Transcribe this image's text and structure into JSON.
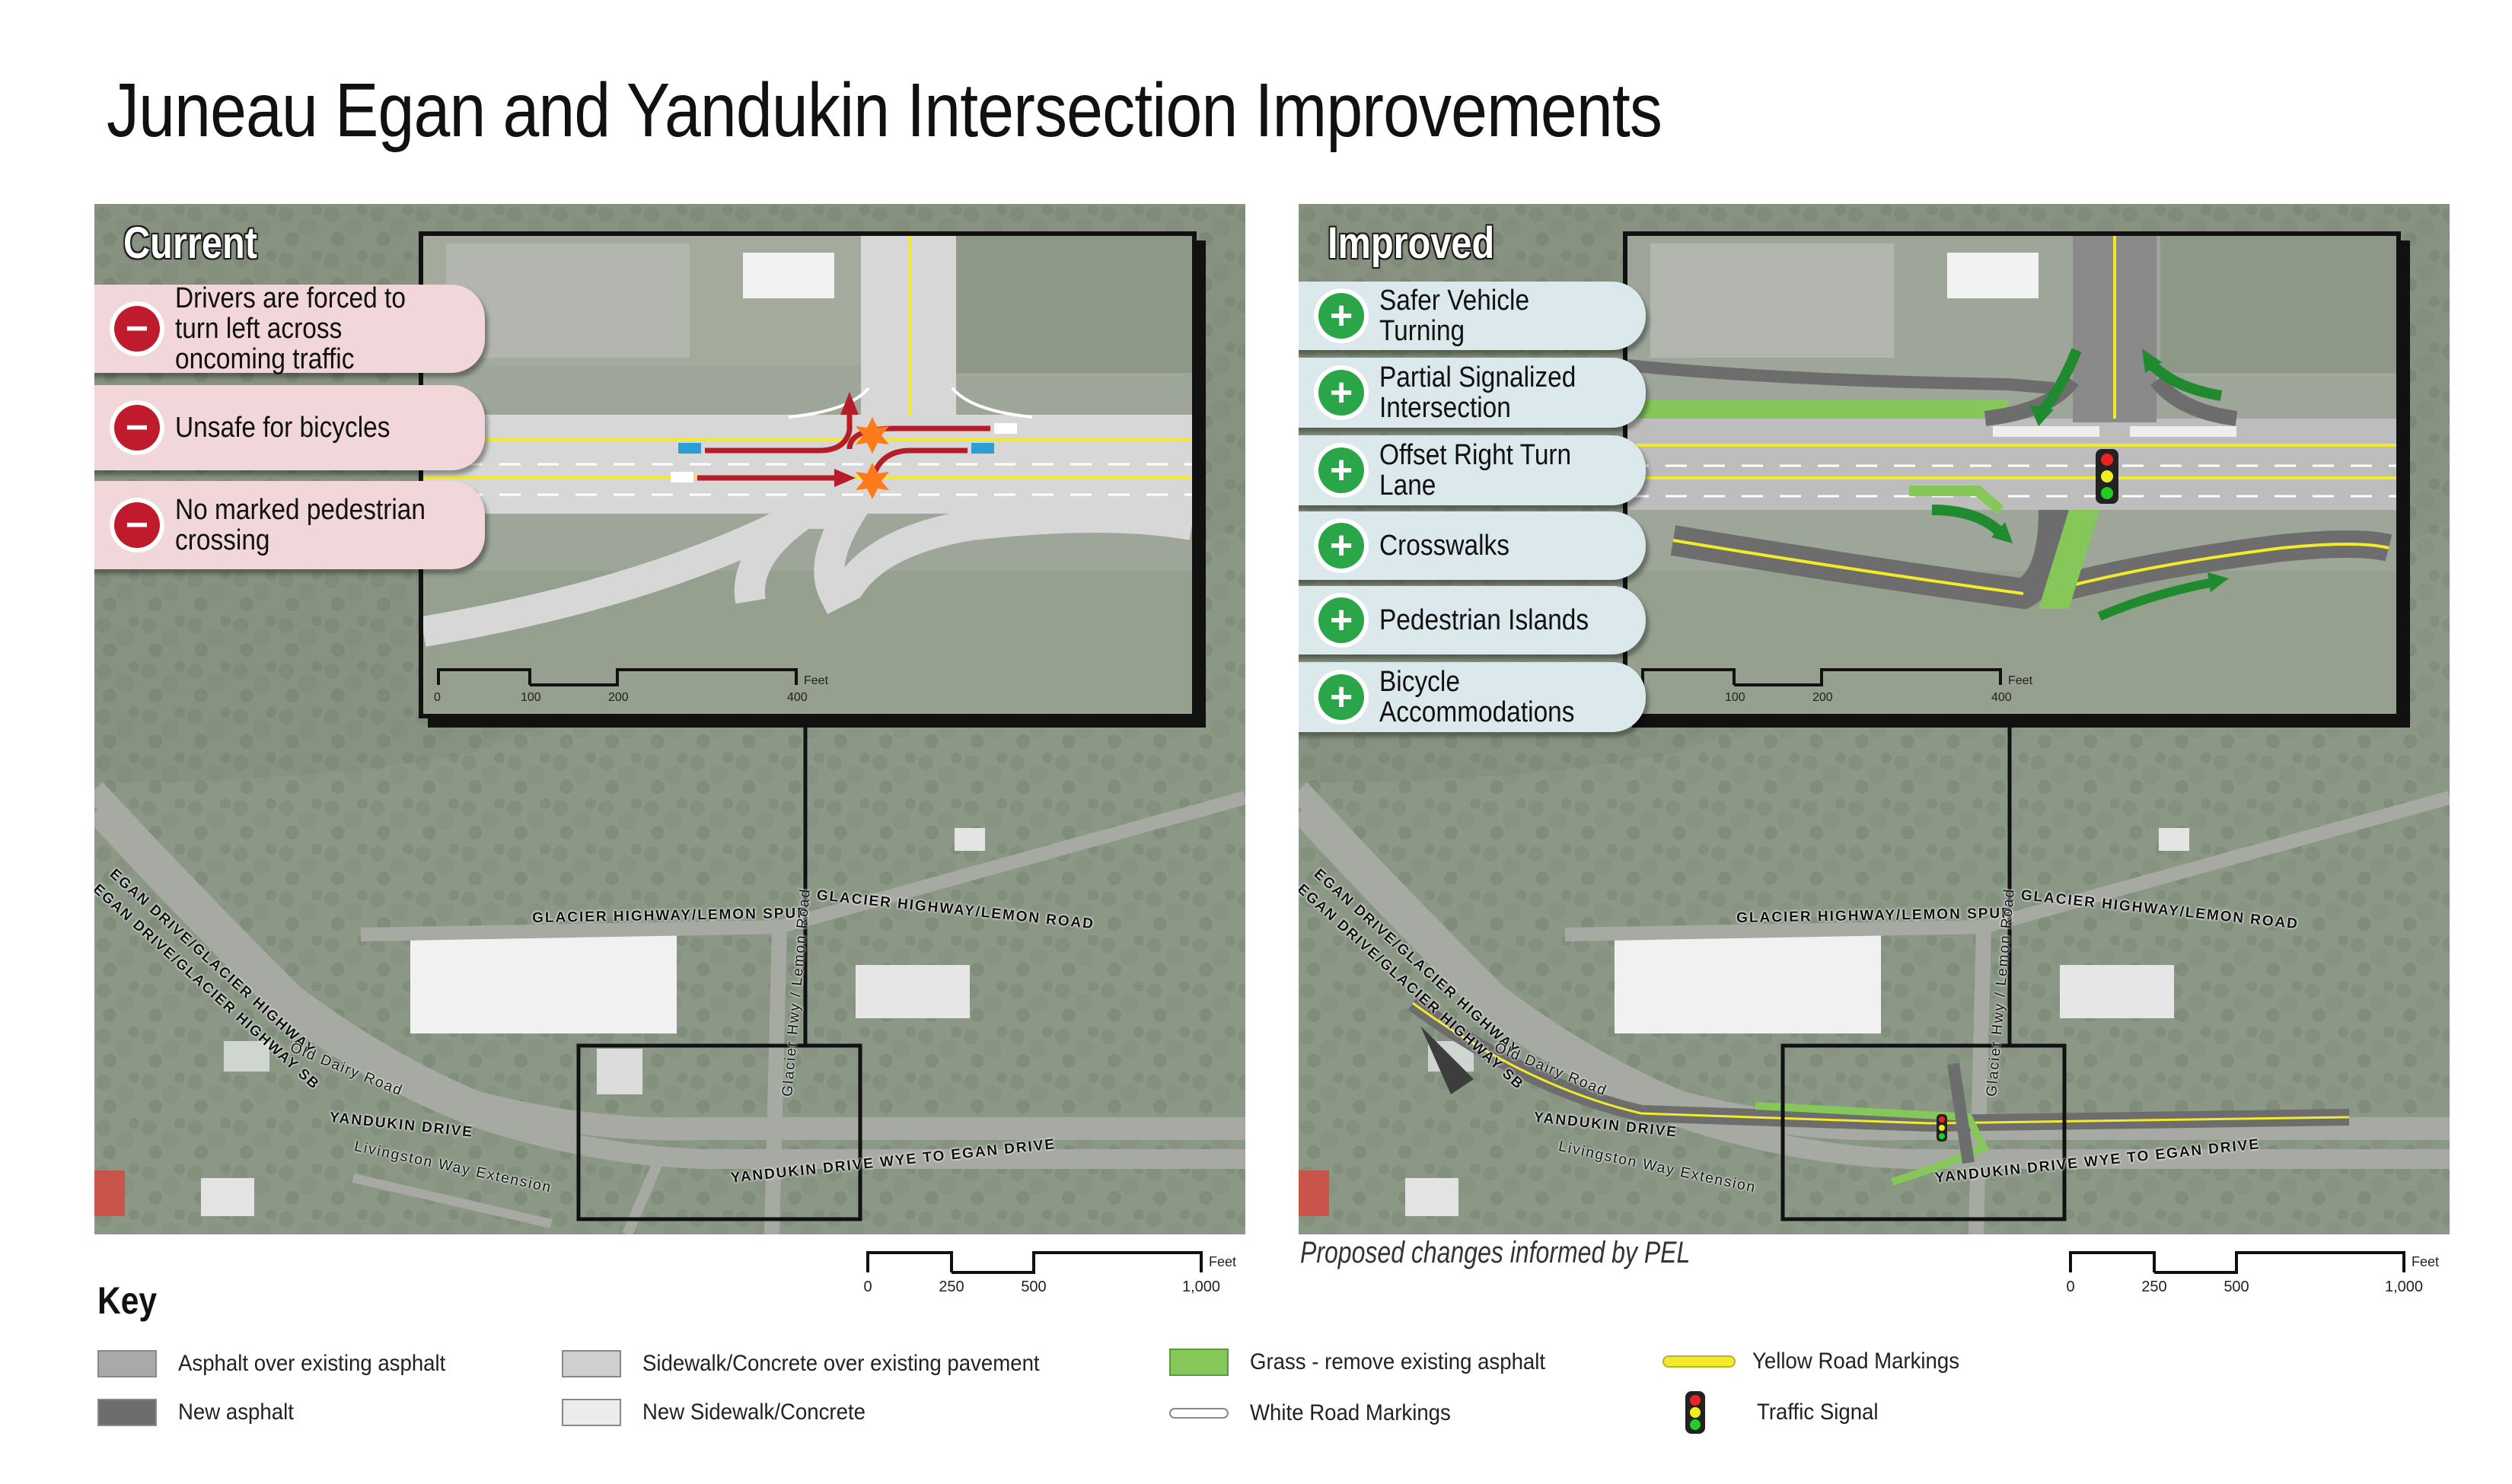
{
  "title": "Juneau Egan and Yandukin Intersection Improvements",
  "current": {
    "label": "Current",
    "issues": [
      {
        "icon": "minus-icon",
        "text": "Drivers are forced to turn left across oncoming traffic"
      },
      {
        "icon": "minus-icon",
        "text": "Unsafe for bicycles"
      },
      {
        "icon": "minus-icon",
        "text": "No marked pedestrian crossing"
      }
    ]
  },
  "improved": {
    "label": "Improved",
    "benefits": [
      {
        "icon": "plus-icon",
        "text": "Safer Vehicle Turning"
      },
      {
        "icon": "plus-icon",
        "text": "Partial Signalized Intersection"
      },
      {
        "icon": "plus-icon",
        "text": "Offset Right Turn Lane"
      },
      {
        "icon": "plus-icon",
        "text": "Crosswalks"
      },
      {
        "icon": "plus-icon",
        "text": "Pedestrian Islands"
      },
      {
        "icon": "plus-icon",
        "text": "Bicycle Accommodations"
      }
    ]
  },
  "inset_scale": {
    "ticks": [
      "0",
      "100",
      "200",
      "400"
    ],
    "unit": "Feet"
  },
  "map_scale": {
    "ticks": [
      "0",
      "250",
      "500",
      "1,000"
    ],
    "unit": "Feet"
  },
  "road_labels": {
    "glacier_lemon_spur": "GLACIER HIGHWAY/LEMON SPUR",
    "glacier_lemon_road": "GLACIER HIGHWAY/LEMON ROAD",
    "glacier_hwy_lemon": "Glacier Hwy / Lemon Road",
    "egan_glacier": "EGAN DRIVE/GLACIER HIGHWAY",
    "egan_glacier_sb": "EGAN DRIVE/GLACIER HIGHWAY SB",
    "old_dairy": "Old Dairy Road",
    "yandukin": "YANDUKIN DRIVE",
    "livingston": "Livingston Way Extension",
    "yandukin_wye": "YANDUKIN DRIVE WYE TO EGAN DRIVE"
  },
  "note": "Proposed changes informed by PEL",
  "key": {
    "title": "Key",
    "items": [
      {
        "label": "Asphalt over existing asphalt",
        "color": "#a9a9a9"
      },
      {
        "label": "New asphalt",
        "color": "#6d6d6d"
      },
      {
        "label": "Sidewalk/Concrete over existing pavement",
        "color": "#cfcfcf"
      },
      {
        "label": "New Sidewalk/Concrete",
        "color": "#ececec"
      },
      {
        "label": "Grass - remove existing asphalt",
        "color": "#86c75a"
      },
      {
        "label": "White Road Markings",
        "color": "#ffffff"
      },
      {
        "label": "Yellow Road Markings",
        "color": "#f2ea2b"
      },
      {
        "label": "Traffic Signal",
        "icon": "traffic-signal-icon"
      }
    ]
  },
  "colors": {
    "negative": "#c01b2c",
    "positive": "#2aa547",
    "negative_bg": "#f1d6da",
    "positive_bg": "#dbe9ed",
    "conflict": "#ff7a1a",
    "arrow_red": "#b51e28",
    "arrow_green": "#1f8a2e"
  }
}
